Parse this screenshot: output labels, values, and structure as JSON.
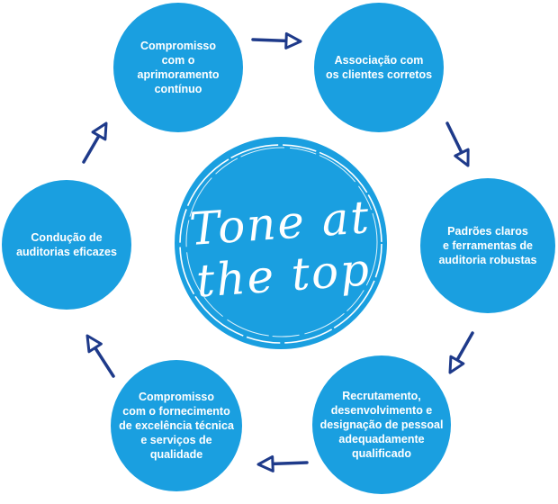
{
  "center": {
    "text": "Tone at\nthe top",
    "stroke_color": "#ffffff"
  },
  "nodes": [
    {
      "id": "commitment-improvement",
      "label": "Compromisso\ncom o\naprimoramento\ncontínuo"
    },
    {
      "id": "client-association",
      "label": "Associação com\nos clientes corretos"
    },
    {
      "id": "clear-standards",
      "label": "Padrões claros\ne ferramentas de\nauditoria robustas"
    },
    {
      "id": "recruitment",
      "label": "Recrutamento,\ndesenvolvimento e\ndesignação de pessoal\nadequadamente\nqualificado"
    },
    {
      "id": "technical-excellence",
      "label": "Compromisso\ncom o fornecimento\nde excelência técnica\ne serviços de\nqualidade"
    },
    {
      "id": "effective-audits",
      "label": "Condução de\nauditorias eficazes"
    }
  ],
  "colors": {
    "circle_fill": "#1a9fe0",
    "arrow": "#1e3a8a",
    "text": "#ffffff",
    "background": "#ffffff"
  },
  "arrow_icon": "open-triangle-arrow-icon"
}
